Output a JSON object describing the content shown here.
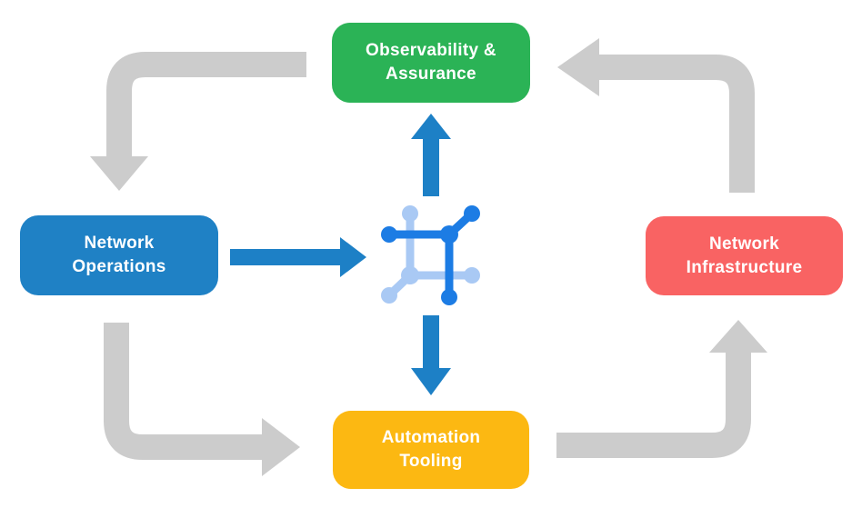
{
  "diagram": {
    "background": "#ffffff",
    "nodes": [
      {
        "id": "observability-assurance",
        "label": "Observability &\nAssurance",
        "color": "#2bb356"
      },
      {
        "id": "network-operations",
        "label": "Network\nOperations",
        "color": "#1f81c5"
      },
      {
        "id": "network-infrastructure",
        "label": "Network\nInfrastructure",
        "color": "#f96363"
      },
      {
        "id": "automation-tooling",
        "label": "Automation\nTooling",
        "color": "#fcb812"
      }
    ],
    "center_icon": {
      "name": "network-hub-icon"
    },
    "colors": {
      "flow_arrow_gray": "#cccccc",
      "data_arrow_blue": "#1d80c6",
      "icon_blue_dark": "#1c7ce4",
      "icon_blue_light": "#a9c9f4",
      "node_text": "#ffffff"
    },
    "flows": [
      {
        "from": "observability-assurance",
        "to": "network-operations",
        "style": "gray-elbow"
      },
      {
        "from": "network-operations",
        "to": "automation-tooling",
        "style": "gray-elbow"
      },
      {
        "from": "automation-tooling",
        "to": "network-infrastructure",
        "style": "gray-elbow"
      },
      {
        "from": "network-infrastructure",
        "to": "observability-assurance",
        "style": "gray-elbow"
      },
      {
        "from": "network-operations",
        "to": "center-icon",
        "style": "blue-straight"
      },
      {
        "from": "center-icon",
        "to": "observability-assurance",
        "style": "blue-straight"
      },
      {
        "from": "center-icon",
        "to": "automation-tooling",
        "style": "blue-straight"
      }
    ]
  }
}
